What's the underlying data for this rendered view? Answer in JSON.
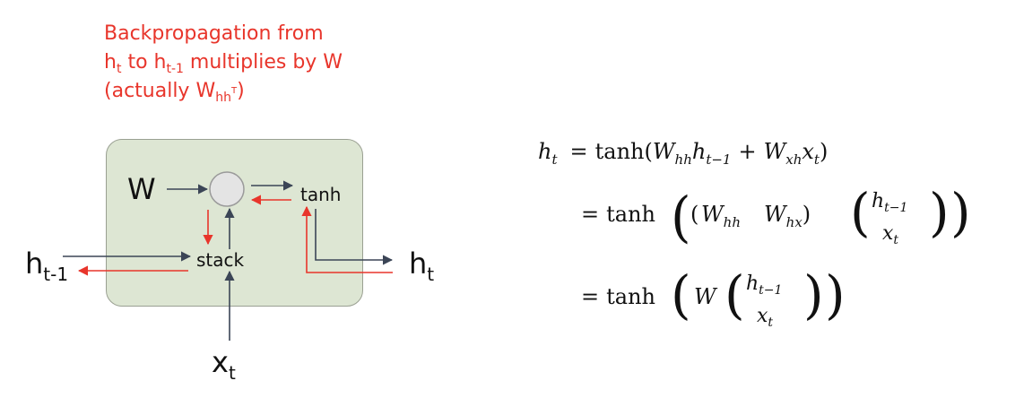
{
  "caption": {
    "line1": "Backpropagation from",
    "line2_pre": "h",
    "line2_sub1": "t",
    "line2_mid": " to h",
    "line2_sub2": "t-1",
    "line2_post": " multiplies by W",
    "line3_pre": "(actually W",
    "line3_sub": "hh",
    "line3_sup": "T",
    "line3_post": ")",
    "color": "#e8352b"
  },
  "diagram": {
    "w_label": "W",
    "tanh_label": "tanh",
    "stack_label": "stack",
    "h_prev": {
      "base": "h",
      "sub": "t-1"
    },
    "h_t": {
      "base": "h",
      "sub": "t"
    },
    "x_t": {
      "base": "x",
      "sub": "t"
    },
    "forward_color": "#3b4556",
    "backward_color": "#e8352b",
    "cell_color": "#dde6d3"
  },
  "equations": {
    "line1": "h_t = tanh(W_hh h_t-1 + W_xh x_t)",
    "line2": "= tanh((W_hh  W_hx)(h_t-1 ; x_t))",
    "line3": "= tanh(W(h_t-1 ; x_t))",
    "tanh": "tanh",
    "h": "h",
    "W": "W",
    "x": "x",
    "sub_t": "t",
    "sub_t_minus_1": "t−1",
    "sub_hh": "hh",
    "sub_xh": "xh",
    "sub_hx": "hx",
    "equals": "=",
    "plus": "+"
  }
}
